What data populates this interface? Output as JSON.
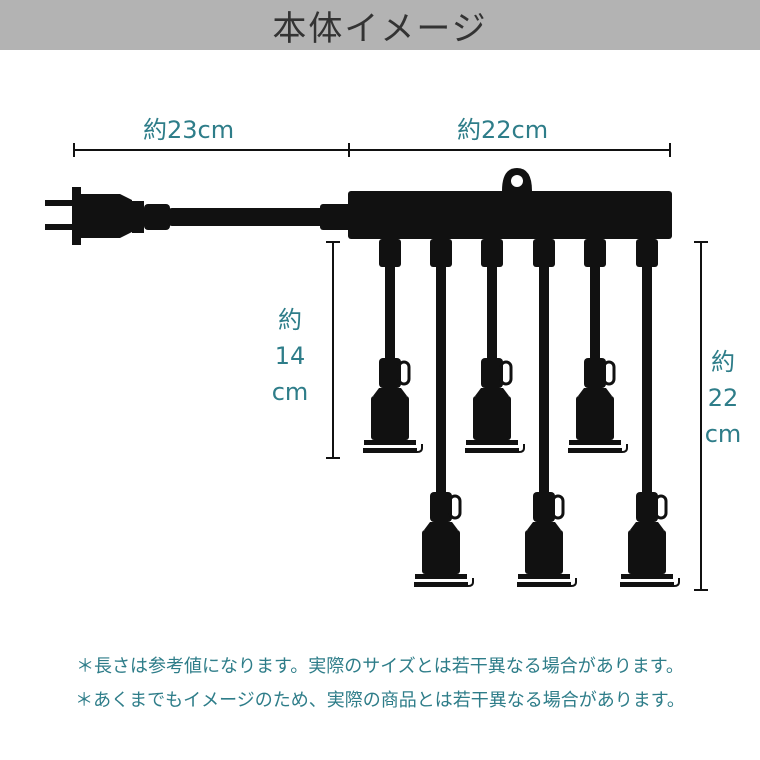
{
  "header": {
    "title": "本体イメージ"
  },
  "dimensions": {
    "cord_length": "約23cm",
    "body_length": "約22cm",
    "short_drop": {
      "line1": "約",
      "line2": "14",
      "line3": "cm"
    },
    "long_drop": {
      "line1": "約",
      "line2": "22",
      "line3": "cm"
    }
  },
  "notes": [
    "＊長さは参考値になります。実際のサイズとは若干異なる場合があります。",
    "＊あくまでもイメージのため、実際の商品とは若干異なる場合があります。"
  ],
  "colors": {
    "header_bg": "#b3b3b3",
    "accent": "#2e7d89",
    "product": "#111111"
  }
}
